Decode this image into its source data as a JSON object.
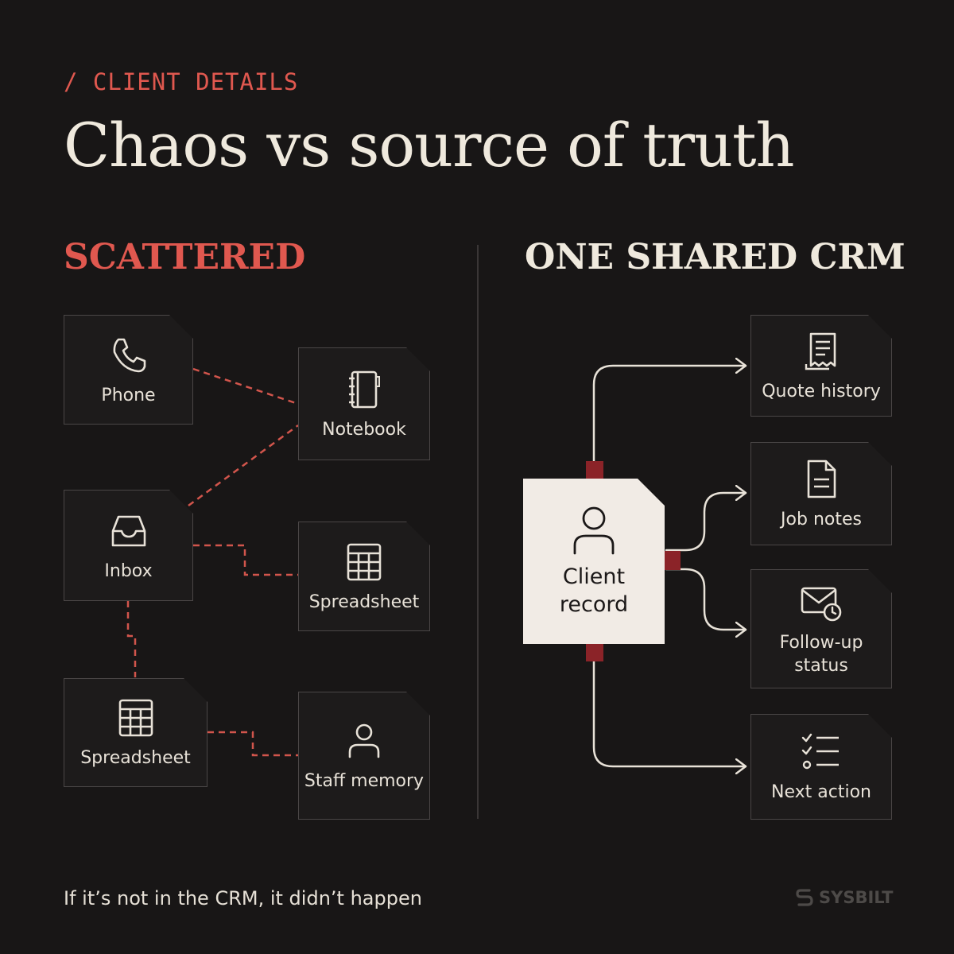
{
  "header": {
    "eyebrow": "/ CLIENT DETAILS",
    "title": "Chaos vs source of truth"
  },
  "scattered": {
    "heading": "SCATTERED",
    "items": [
      {
        "label": "Phone",
        "icon": "phone-icon"
      },
      {
        "label": "Notebook",
        "icon": "notebook-icon"
      },
      {
        "label": "Inbox",
        "icon": "inbox-icon"
      },
      {
        "label": "Spreadsheet",
        "icon": "spreadsheet-icon"
      },
      {
        "label": "Spreadsheet",
        "icon": "spreadsheet-icon"
      },
      {
        "label": "Staff memory",
        "icon": "person-icon"
      }
    ]
  },
  "shared": {
    "heading": "ONE SHARED CRM",
    "center": {
      "label": "Client record",
      "icon": "person-icon"
    },
    "items": [
      {
        "label": "Quote history",
        "icon": "receipt-icon"
      },
      {
        "label": "Job notes",
        "icon": "document-icon"
      },
      {
        "label": "Follow-up status",
        "icon": "mail-clock-icon"
      },
      {
        "label": "Next action",
        "icon": "checklist-icon"
      }
    ]
  },
  "footer": {
    "tagline": "If it’s not in the CRM, it didn’t happen",
    "brand": "SYSBILT"
  },
  "colors": {
    "background": "#181616",
    "accent": "#e0584f",
    "connector": "#8b2328",
    "text": "#efe9dd"
  }
}
